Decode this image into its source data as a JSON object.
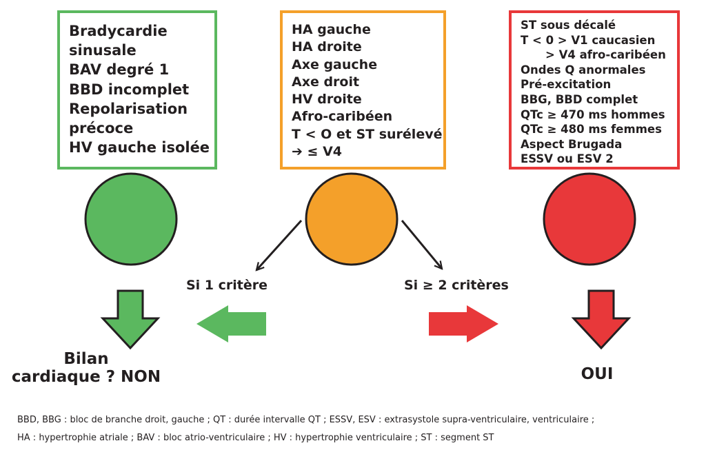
{
  "colors": {
    "green": "#5bb85f",
    "orange": "#f4a02a",
    "red": "#e8383a",
    "text": "#231f20"
  },
  "green_box": {
    "lines": [
      "Bradycardie",
      "sinusale",
      "BAV degré 1",
      "BBD incomplet",
      "Repolarisation",
      "précoce",
      "HV gauche isolée"
    ]
  },
  "orange_box": {
    "lines": [
      "HA gauche",
      "HA droite",
      "Axe gauche",
      "Axe droit",
      "HV droite",
      "Afro-caribéen",
      "T < O et ST surélevé",
      "➔ ≤ V4"
    ]
  },
  "red_box": {
    "lines": [
      "ST sous décalé",
      "T < 0 > V1 caucasien",
      "> V4 afro-caribéen",
      "Ondes Q anormales",
      "Pré-excitation",
      "BBG, BBD complet",
      "QTc ≥ 470 ms hommes",
      "QTc ≥ 480 ms femmes",
      "Aspect Brugada",
      "ESSV ou ESV 2"
    ]
  },
  "branches": {
    "left_label": "Si 1 critère",
    "right_label": "Si ≥ 2 critères"
  },
  "outcomes": {
    "non_line1": "Bilan",
    "non_line2": "cardiaque ? NON",
    "oui": "OUI"
  },
  "footnotes": {
    "line1": "BBD, BBG : bloc de branche droit, gauche ; QT : durée intervalle QT ; ESSV, ESV : extrasystole supra-ventriculaire, ventriculaire ;",
    "line2": "HA : hypertrophie atriale ; BAV : bloc atrio-ventriculaire ; HV : hypertrophie ventriculaire ; ST : segment ST"
  }
}
